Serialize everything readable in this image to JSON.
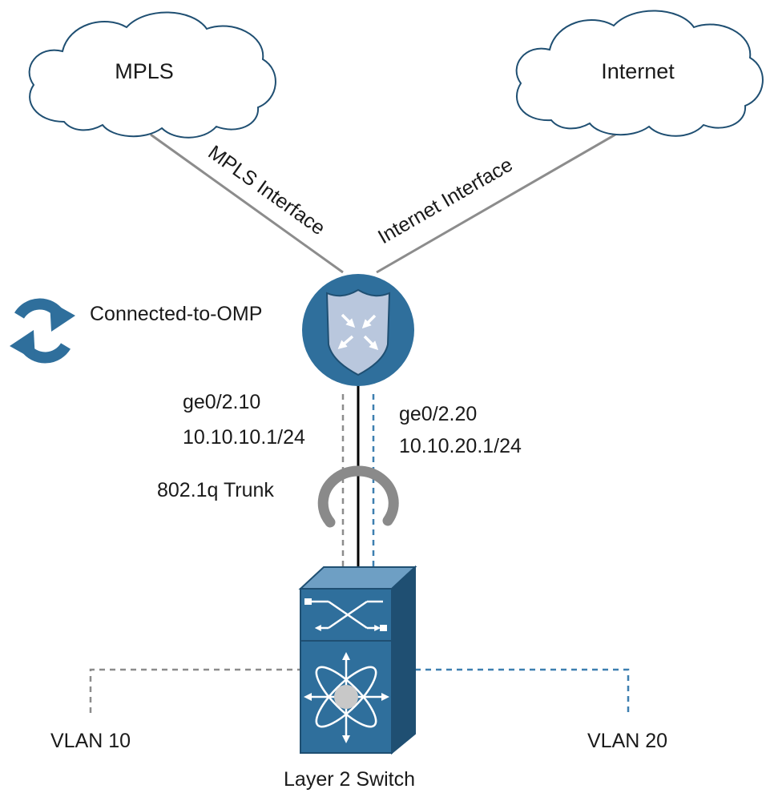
{
  "clouds": {
    "mpls": "MPLS",
    "internet": "Internet"
  },
  "links": {
    "mpls_interface": "MPLS Interface",
    "internet_interface": "Internet Interface"
  },
  "router": {
    "status": "Connected-to-OMP",
    "subinterface_10": {
      "name": "ge0/2.10",
      "ip": "10.10.10.1/24"
    },
    "subinterface_20": {
      "name": "ge0/2.20",
      "ip": "10.10.20.1/24"
    }
  },
  "trunk": {
    "label": "802.1q Trunk"
  },
  "switch": {
    "label": "Layer 2 Switch"
  },
  "vlans": {
    "vlan10": "VLAN 10",
    "vlan20": "VLAN 20"
  },
  "colors": {
    "brand_blue": "#2f6f9c",
    "dark_blue": "#1f4f72",
    "shield_fill": "#b9c7dd",
    "link_gray": "#8c8c8c",
    "vlan20_dash": "#3d7fb0",
    "hub_gray": "#c8c8c8"
  },
  "icons": [
    "cloud-icon",
    "router-shield-icon",
    "sync-icon",
    "trunk-loop-icon",
    "layer2-switch-icon"
  ]
}
